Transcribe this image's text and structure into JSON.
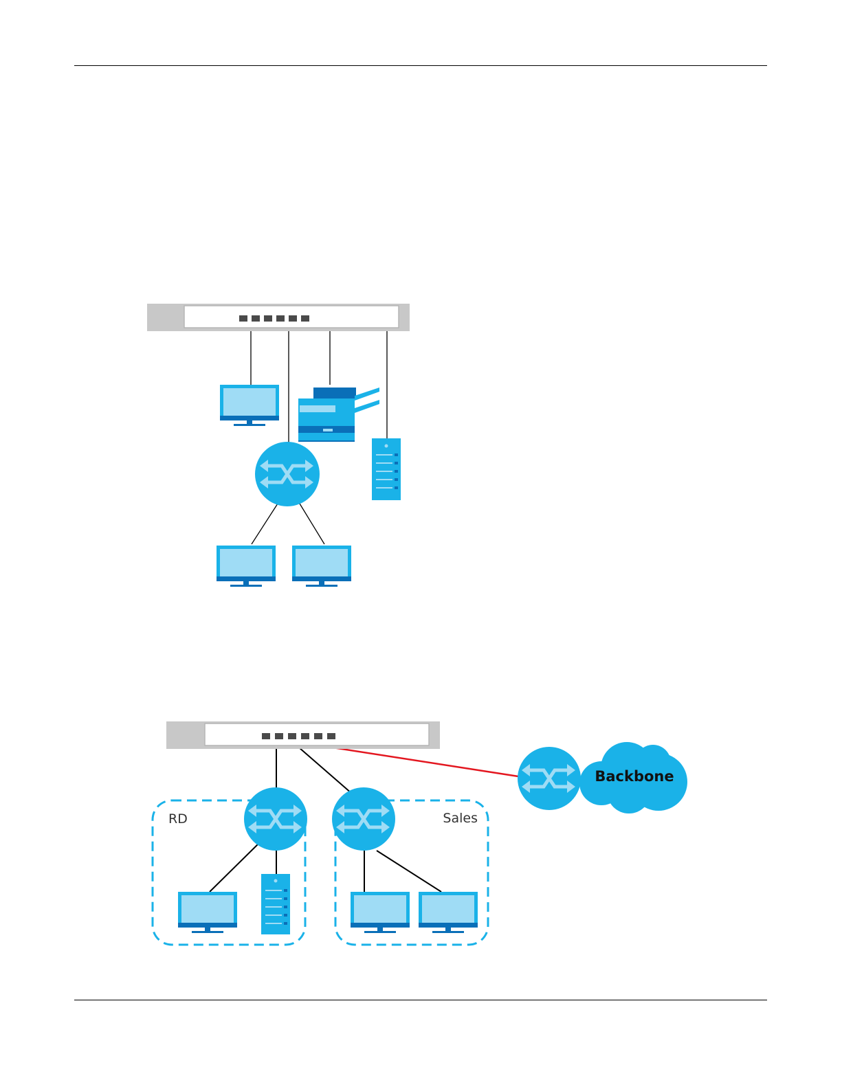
{
  "diagram_1": {
    "devices": [
      "switch",
      "computer",
      "printer",
      "server",
      "router",
      "computer",
      "computer"
    ]
  },
  "diagram_2": {
    "groups": [
      {
        "label": "RD"
      },
      {
        "label": "Sales"
      }
    ],
    "cloud": {
      "label": "Backbone"
    },
    "colors": {
      "device_blue": "#1ab2e8",
      "device_light": "#9fdcf5",
      "device_dark": "#0a6fb8",
      "uplink": "#e3161f",
      "group_border": "#1ab2e8"
    }
  }
}
